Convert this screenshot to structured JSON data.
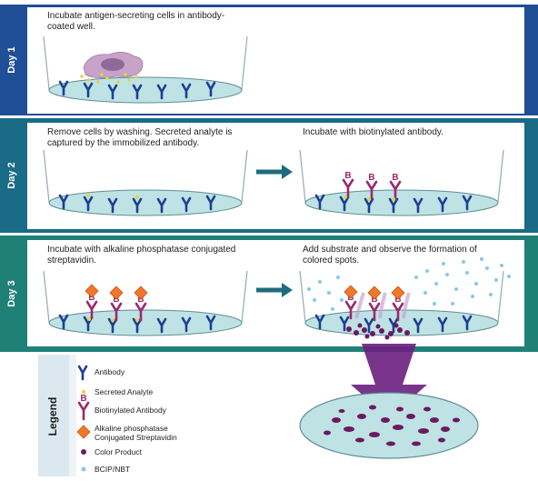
{
  "days": {
    "day1": "Day 1",
    "day2": "Day 2",
    "day3": "Day 3"
  },
  "captions": {
    "c1": "Incubate antigen-secreting cells in antibody-coated well.",
    "c2": "Remove cells by washing. Secreted analyte is captured by the immobilized antibody.",
    "c3": "Incubate with biotinylated antibody.",
    "c4": "Incubate with alkaline phosphatase conjugated streptavidin.",
    "c5": "Add substrate and observe the formation of colored spots."
  },
  "legend": {
    "title": "Legend",
    "items": [
      "Antibody",
      "Secreted Analyte",
      "Biotinylated Antibody",
      "Alkaline phosphatase Conjugated Streptavidin",
      "Color Product",
      "BCIP/NBT"
    ]
  },
  "colors": {
    "band1": "#1f4f96",
    "band2": "#1a6b86",
    "band3": "#1f8078",
    "antibody": "#1b3f94",
    "analyte": "#e9d33a",
    "biotin": "#9b2a6e",
    "streptavidin": "#f0782a",
    "product": "#6b1a60",
    "substrate": "#86c9e6",
    "well": "#bfe2e4"
  }
}
